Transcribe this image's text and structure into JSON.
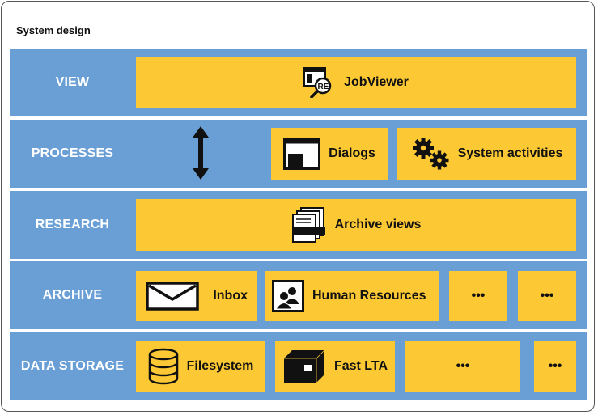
{
  "diagram": {
    "title": "System design",
    "layers": [
      {
        "label": "VIEW",
        "items": [
          {
            "label": "JobViewer",
            "icon": "jobviewer-icon"
          }
        ]
      },
      {
        "label": "PROCESSES",
        "items": [
          {
            "label": "Dialogs",
            "icon": "dialog-window-icon"
          },
          {
            "label": "System activities",
            "icon": "gears-icon"
          }
        ],
        "decoration": "double-arrow-icon"
      },
      {
        "label": "RESEARCH",
        "items": [
          {
            "label": "Archive views",
            "icon": "archive-views-icon"
          }
        ]
      },
      {
        "label": "ARCHIVE",
        "items": [
          {
            "label": "Inbox",
            "icon": "envelope-icon"
          },
          {
            "label": "Human Resources",
            "icon": "people-icon"
          },
          {
            "label": "•••"
          },
          {
            "label": "•••"
          }
        ]
      },
      {
        "label": "DATA STORAGE",
        "items": [
          {
            "label": "Filesystem",
            "icon": "database-icon"
          },
          {
            "label": "Fast LTA",
            "icon": "storage-box-icon"
          },
          {
            "label": "•••"
          },
          {
            "label": "•••"
          }
        ]
      }
    ],
    "colors": {
      "layer_bg": "#6a9fd6",
      "box_bg": "#fcc934",
      "label_text": "#ffffff",
      "box_text": "#111111"
    }
  }
}
